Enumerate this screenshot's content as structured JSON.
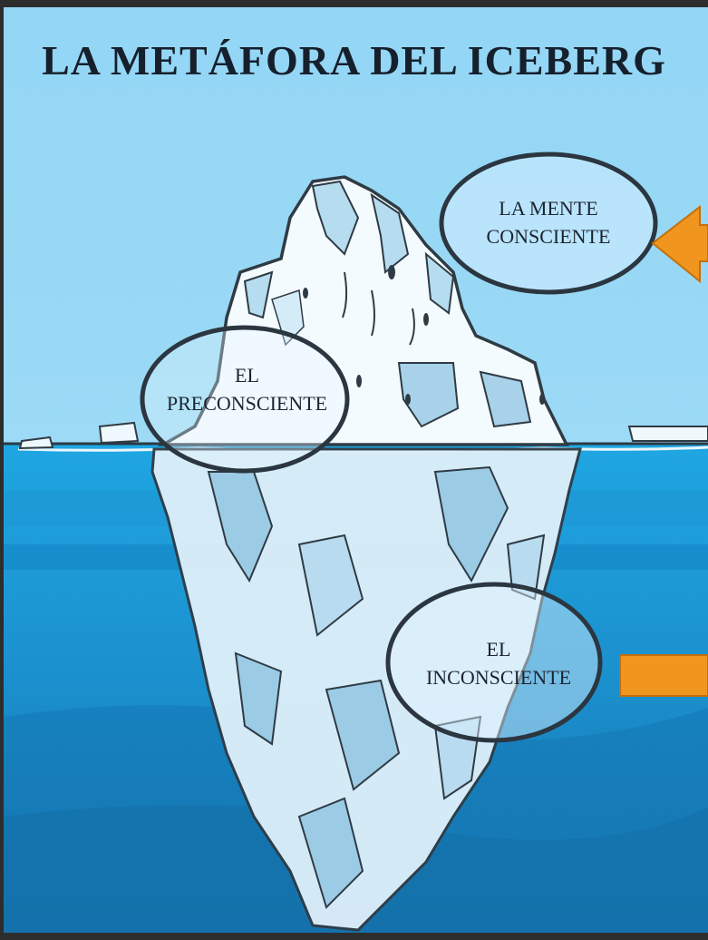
{
  "title": "LA METÁFORA DEL ICEBERG",
  "labels": {
    "conscious": {
      "line1": "LA MENTE",
      "line2": "CONSCIENTE"
    },
    "preconscious": {
      "line1": "EL",
      "line2": "PRECONSCIENTE"
    },
    "unconscious": {
      "line1": "EL",
      "line2": "INCONSCIENTE"
    }
  },
  "colors": {
    "sky": "#9fdcf6",
    "water": "#2a9fd8",
    "ice": "#eef8fd",
    "ice_shadow": "#a8d2ea",
    "outline": "#2f3b44",
    "arrow": "#f0961f"
  }
}
